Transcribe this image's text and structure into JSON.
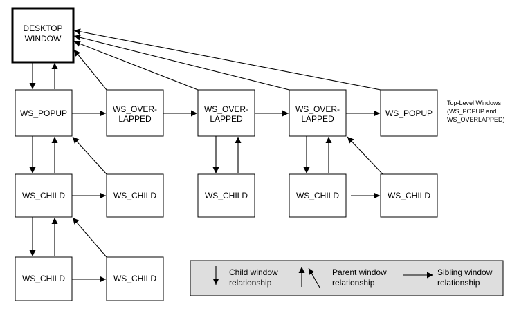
{
  "nodes": {
    "desktop": {
      "line1": "DESKTOP",
      "line2": "WINDOW"
    },
    "popup_top": {
      "label": "WS_POPUP"
    },
    "overlapped_1": {
      "line1": "WS_OVER-",
      "line2": "LAPPED"
    },
    "overlapped_2": {
      "line1": "WS_OVER-",
      "line2": "LAPPED"
    },
    "overlapped_3": {
      "line1": "WS_OVER-",
      "line2": "LAPPED"
    },
    "popup_right": {
      "label": "WS_POPUP"
    },
    "child_r2_a": {
      "label": "WS_CHILD"
    },
    "child_r2_b": {
      "label": "WS_CHILD"
    },
    "child_r2_c": {
      "label": "WS_CHILD"
    },
    "child_r2_d": {
      "label": "WS_CHILD"
    },
    "child_r2_e": {
      "label": "WS_CHILD"
    },
    "child_r3_a": {
      "label": "WS_CHILD"
    },
    "child_r3_b": {
      "label": "WS_CHILD"
    }
  },
  "annotation": {
    "line1": "Top-Level Windows",
    "line2": "(WS_POPUP and",
    "line3": "WS_OVERLAPPED)"
  },
  "legend": {
    "child": {
      "line1": "Child window",
      "line2": "relationship"
    },
    "parent": {
      "line1": "Parent window",
      "line2": "relationship"
    },
    "sibling": {
      "line1": "Sibling window",
      "line2": "relationship"
    }
  }
}
